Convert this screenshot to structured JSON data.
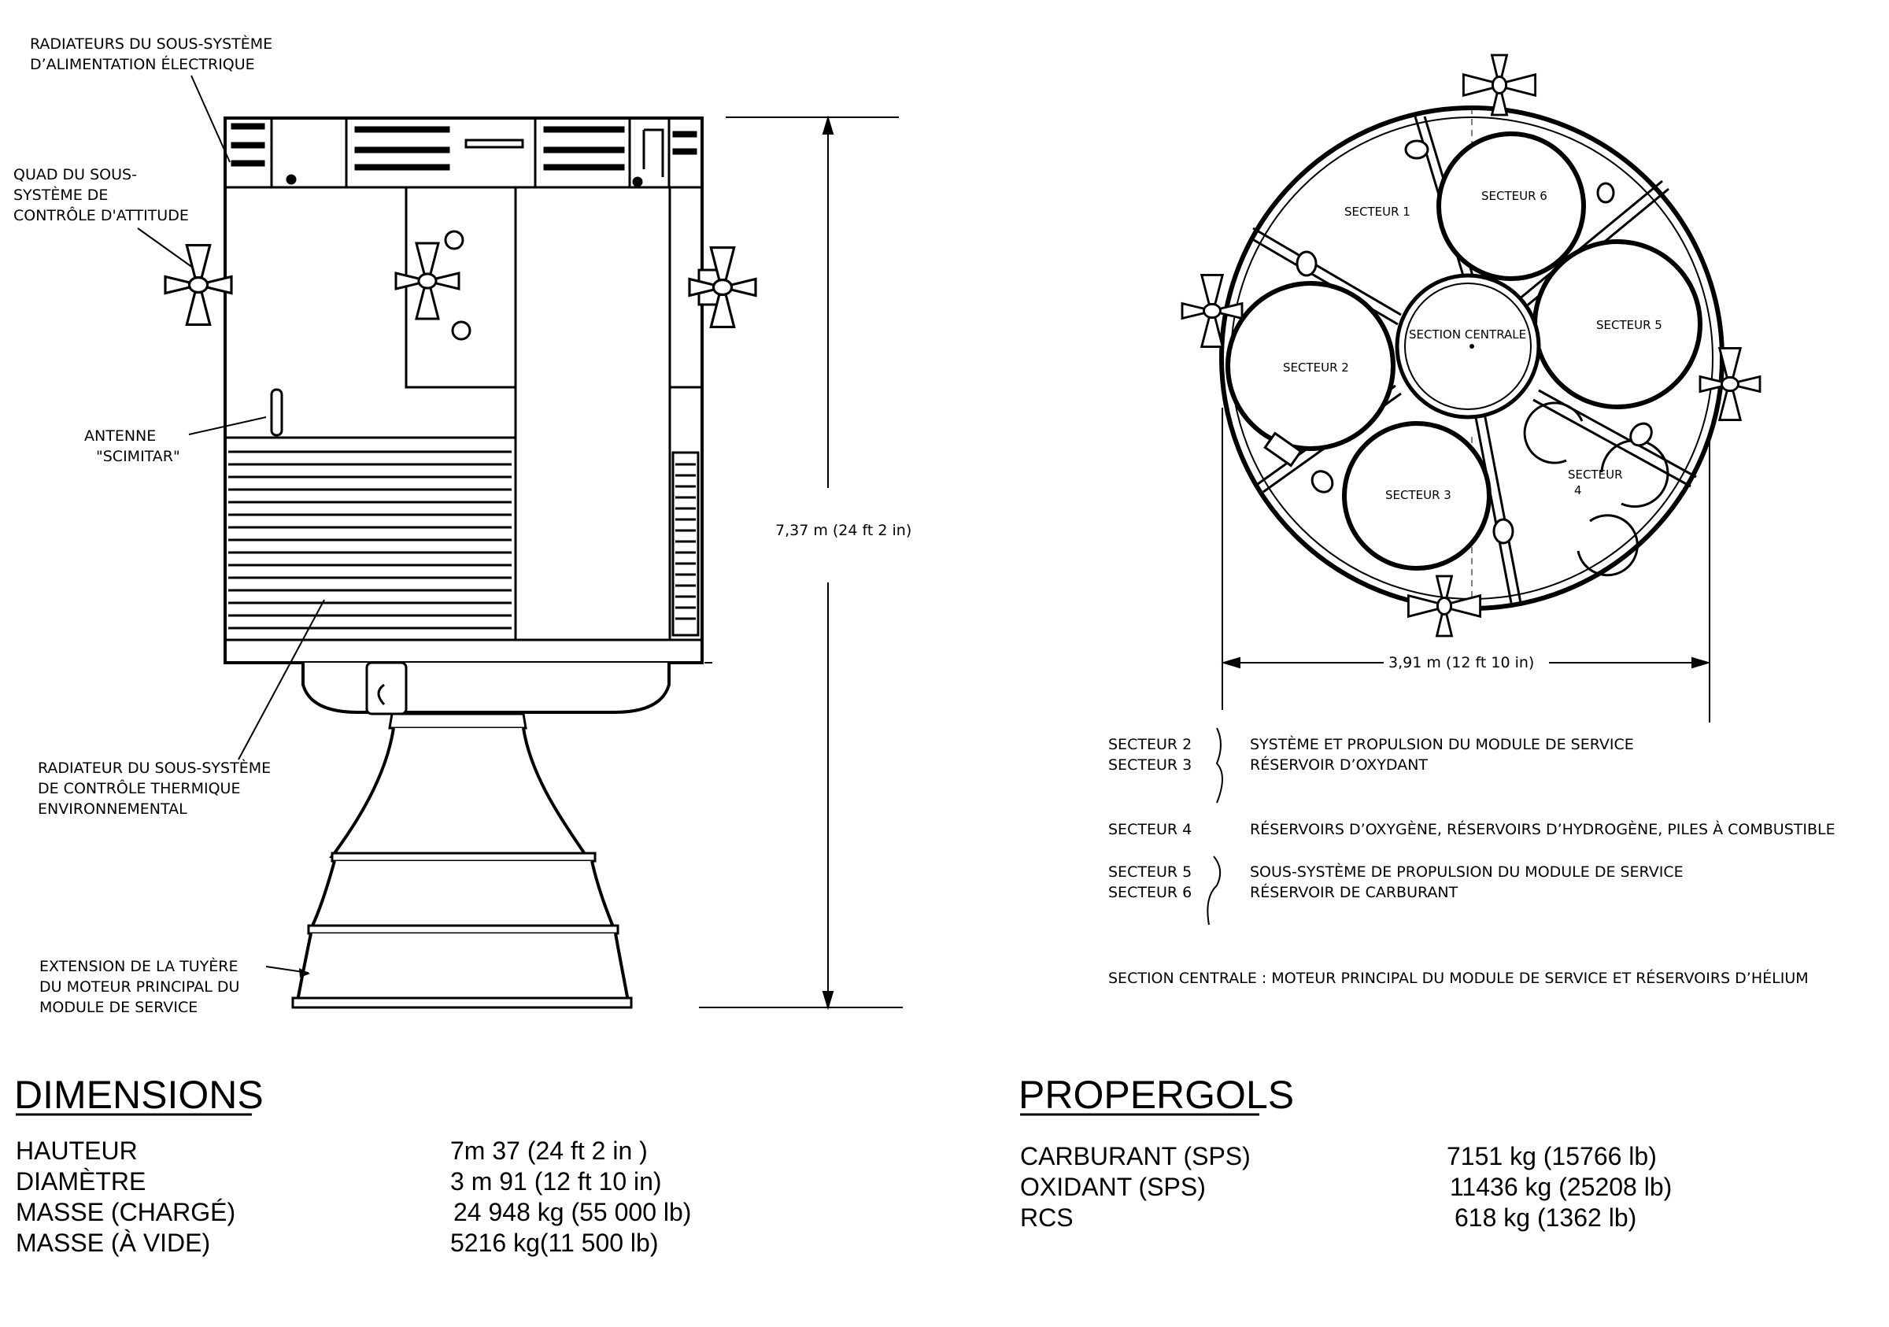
{
  "side_view": {
    "callouts": {
      "radiators_power": [
        "RADIATEURS DU SOUS-SYSTÈME",
        "D’ALIMENTATION ÉLECTRIQUE"
      ],
      "rcs_quad": [
        "QUAD DU SOUS-",
        "SYSTÈME DE",
        "CONTRÔLE D'ATTITUDE"
      ],
      "antenna": [
        "ANTENNE",
        "\"SCIMITAR\""
      ],
      "radiator_thermal": [
        "RADIATEUR DU SOUS-SYSTÈME",
        "DE CONTRÔLE THERMIQUE",
        "ENVIRONNEMENTAL"
      ],
      "nozzle_extension": [
        "EXTENSION DE LA TUYÈRE",
        "DU MOTEUR PRINCIPAL DU",
        "MODULE DE SERVICE"
      ]
    },
    "height_label": "7,37 m (24 ft 2 in)"
  },
  "top_view": {
    "sectors": {
      "s1": "SECTEUR 1",
      "s2": "SECTEUR 2",
      "s3": "SECTEUR 3",
      "s4_a": "SECTEUR",
      "s4_b": "4",
      "s5": "SECTEUR 5",
      "s6": "SECTEUR 6",
      "center": "SECTION CENTRALE"
    },
    "diameter_label": "3,91 m (12 ft 10 in)"
  },
  "legend": [
    {
      "sectors": [
        "SECTEUR 2",
        "SECTEUR 3"
      ],
      "desc": [
        "SYSTÈME ET PROPULSION DU MODULE DE SERVICE",
        "RÉSERVOIR D’OXYDANT"
      ]
    },
    {
      "sectors": [
        "SECTEUR 4"
      ],
      "desc": [
        "RÉSERVOIRS D’OXYGÈNE, RÉSERVOIRS D’HYDROGÈNE, PILES À COMBUSTIBLE"
      ]
    },
    {
      "sectors": [
        "SECTEUR 5",
        "SECTEUR 6"
      ],
      "desc": [
        "SOUS-SYSTÈME DE PROPULSION DU MODULE DE SERVICE",
        "RÉSERVOIR DE CARBURANT"
      ]
    }
  ],
  "legend_center": "SECTION CENTRALE : MOTEUR PRINCIPAL DU MODULE DE SERVICE ET RÉSERVOIRS D’HÉLIUM",
  "dimensions": {
    "heading": "DIMENSIONS",
    "rows": [
      {
        "label": "HAUTEUR",
        "value": "7m 37 (24 ft 2 in )"
      },
      {
        "label": "DIAMÈTRE",
        "value": "3 m 91 (12 ft 10 in)"
      },
      {
        "label": "MASSE (CHARGÉ)",
        "value": "24 948 kg (55 000 lb)"
      },
      {
        "label": "MASSE (À VIDE)",
        "value": "5216 kg(11 500 lb)"
      }
    ]
  },
  "propellants": {
    "heading": "PROPERGOLS",
    "rows": [
      {
        "label": "CARBURANT (SPS)",
        "value": "7151 kg (15766 lb)"
      },
      {
        "label": "OXIDANT (SPS)",
        "value": "11436 kg (25208 lb)"
      },
      {
        "label": "RCS",
        "value": "618 kg (1362 lb)"
      }
    ]
  }
}
